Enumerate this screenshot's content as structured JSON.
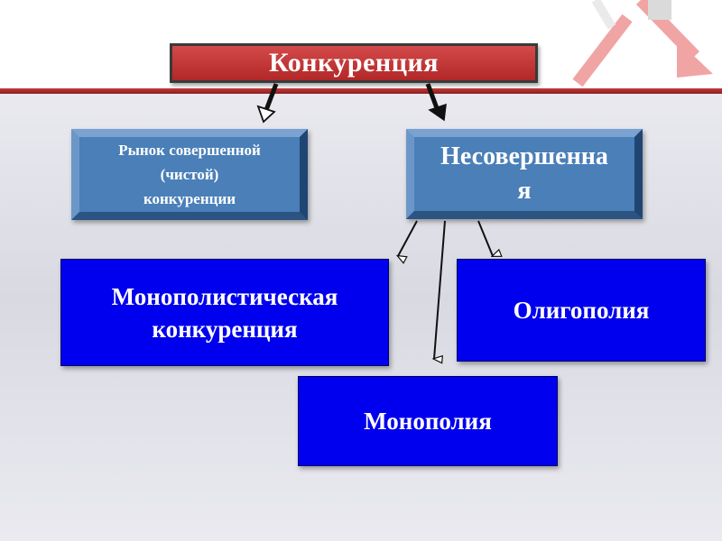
{
  "diagram": {
    "title": "Конкуренция",
    "perfect_market": {
      "line1": "Рынок совершенной",
      "line2": "(чистой)",
      "line3": "конкуренции"
    },
    "imperfect": {
      "line1": "Несовершенна",
      "line2": "я"
    },
    "monopolistic_competition": {
      "line1": "Монополистическая",
      "line2": "конкуренция"
    },
    "oligopoly": "Олигополия",
    "monopoly": "Монополия"
  },
  "colors": {
    "title_fill": "#c93737",
    "bevel_fill": "#4a7fb8",
    "blue_fill": "#0000ee",
    "accent_band": "#b02a2a"
  }
}
